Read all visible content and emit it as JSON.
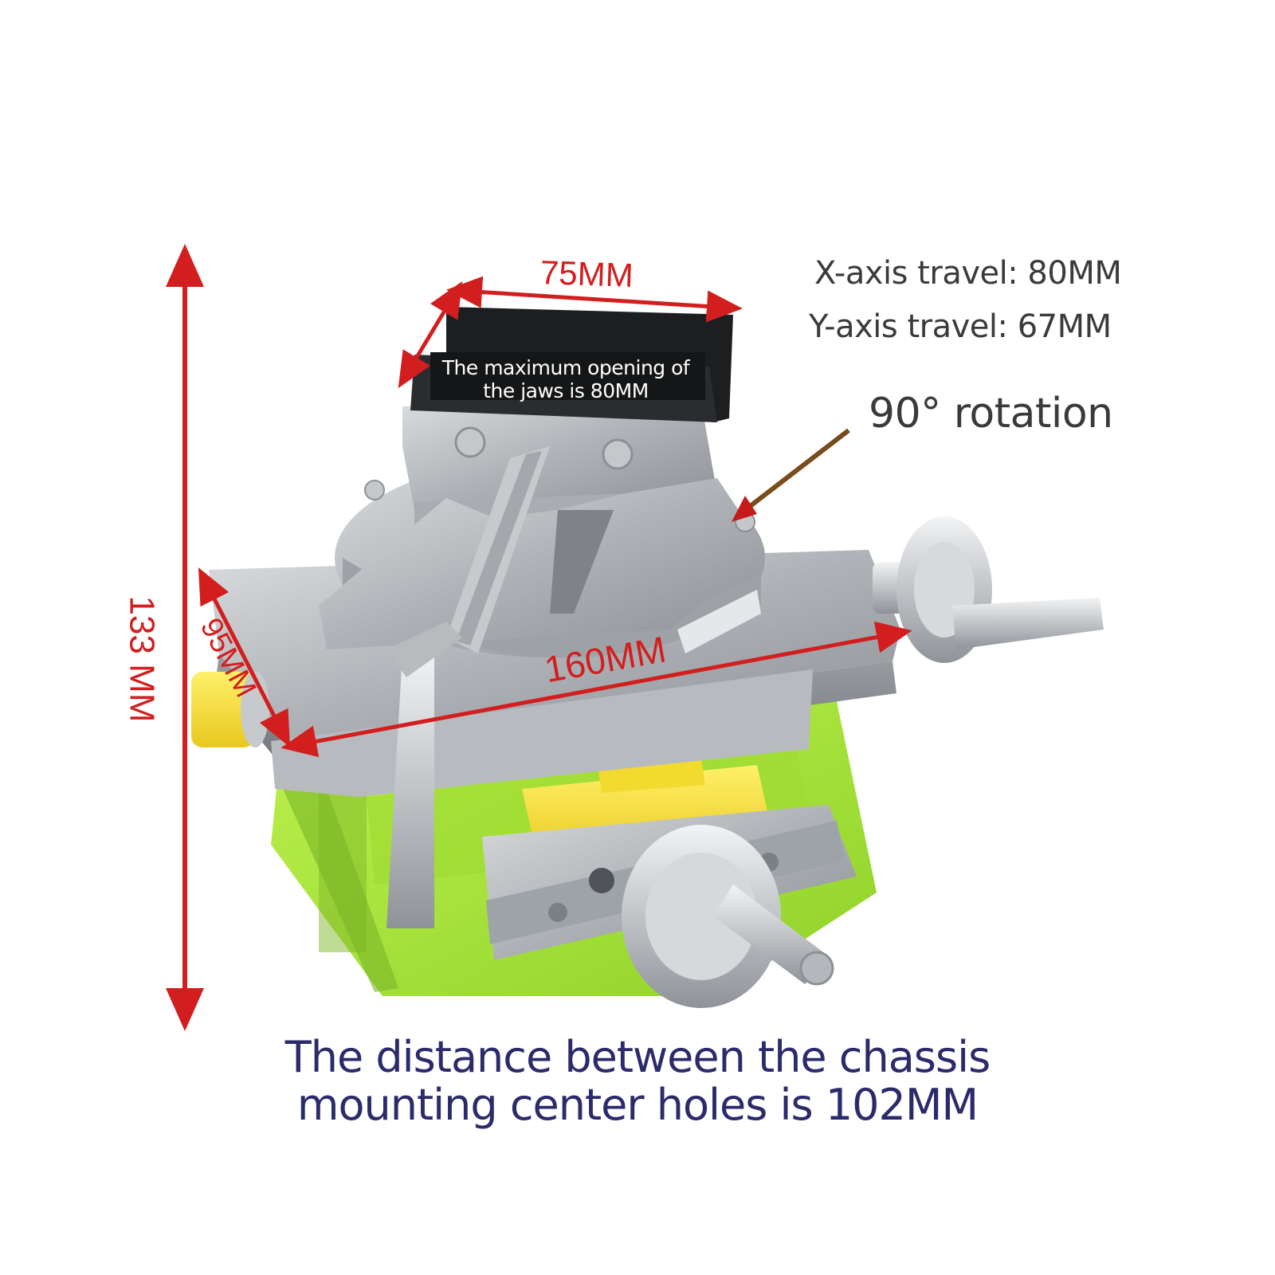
{
  "dimensions": {
    "jaw_width": "75MM",
    "height": "133 MM",
    "depth": "95MM",
    "base_width": "160MM"
  },
  "specs": {
    "x_axis": "X-axis travel: 80MM",
    "y_axis": "Y-axis travel: 67MM",
    "rotation": "90° rotation"
  },
  "jaw_note": {
    "line1": "The maximum opening of",
    "line2": "the jaws is 80MM"
  },
  "footer": {
    "line1": "The distance between the chassis",
    "line2": "mounting center holes is 102MM"
  },
  "colors": {
    "dimension_red": "#d21e1e",
    "base_green": "#a6e63a",
    "knob_yellow": "#f7e33a",
    "footer_navy": "#2b2a6b",
    "metal_gray": "#b9bcbf"
  }
}
